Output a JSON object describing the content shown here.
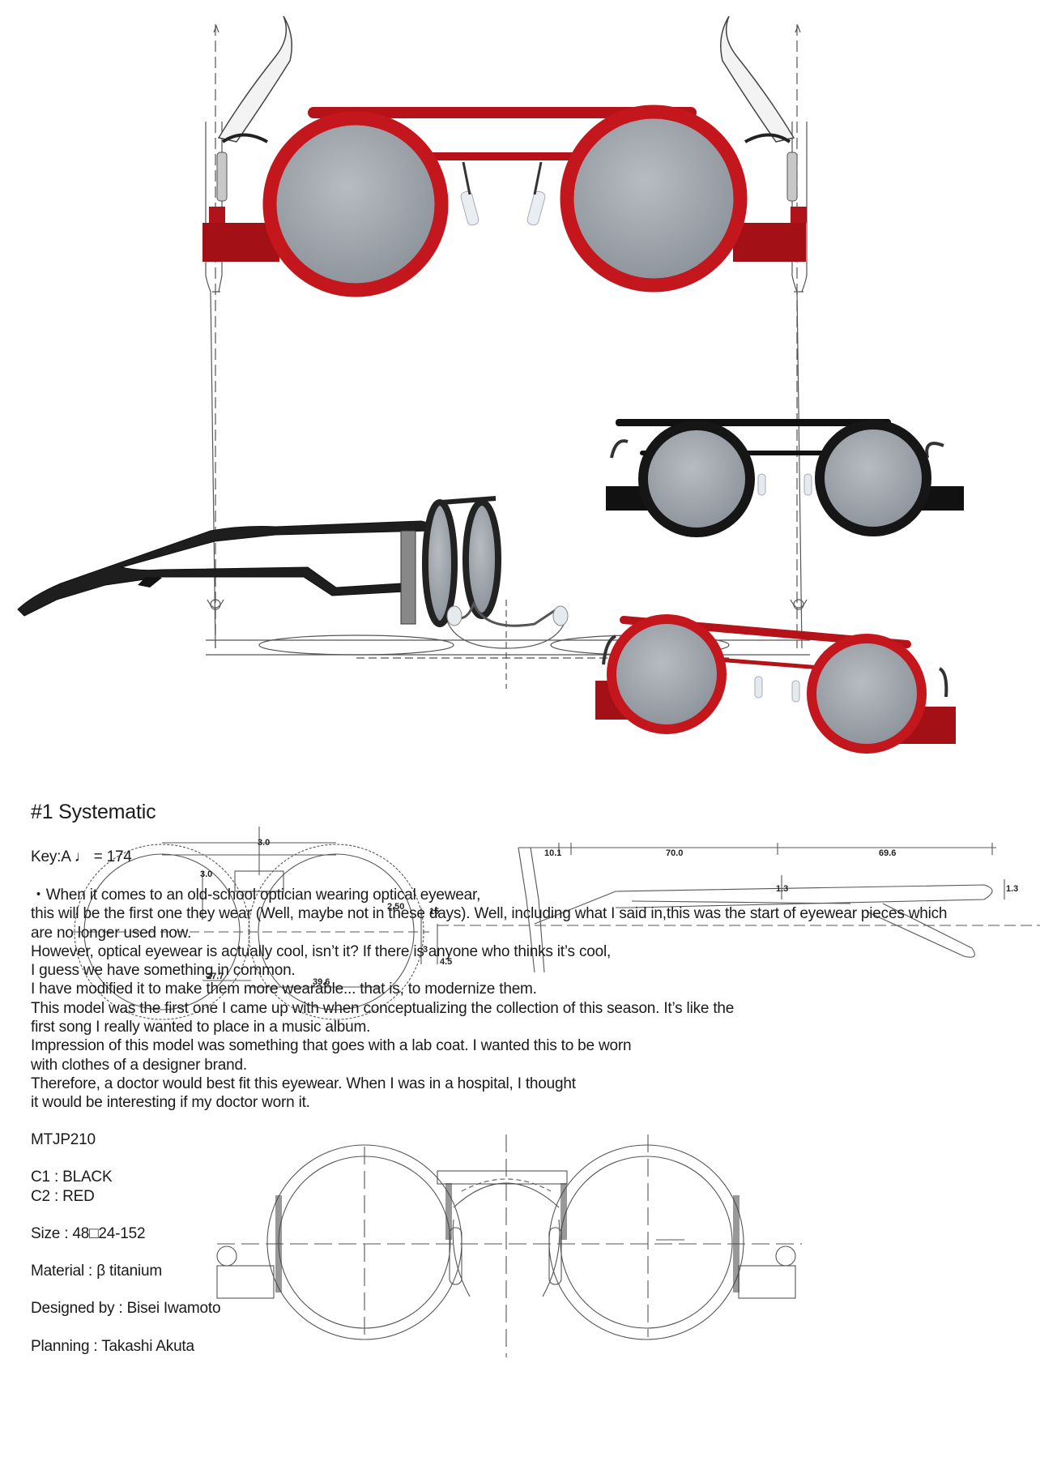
{
  "title": "#1 Systematic",
  "key": "Key:A ♩ = 174",
  "description": [
    "・When it comes to an old-school optician wearing optical eyewear,",
    "this will be the first one they wear (Well, maybe not in these days). Well, including what I said in,this was the start of eyewear pieces which",
    "are no longer used now.",
    "However, optical eyewear is actually cool, isn’t it? If there is anyone who thinks it’s cool,",
    "I guess we have something in common.",
    "I have modified it to make them more wearable... that is, to modernize them.",
    "This model was the first one I came up with when conceptualizing the collection of this season. It’s like the",
    "first song I really wanted to place in a music album.",
    "Impression of this model was something that goes with a lab coat. I wanted this to be worn",
    "with clothes of a designer brand.",
    "Therefore, a doctor would best fit this eyewear. When I was in a hospital, I thought",
    "it would be interesting if my doctor worn it."
  ],
  "model": "MTJP210",
  "colors": [
    "C1 : BLACK",
    "C2 : RED"
  ],
  "size": "Size : 48□24-152",
  "material": "Material : β titanium",
  "designer": "Designed by : Bisei Iwamoto",
  "planning": "Planning : Takashi Akuta",
  "dimensions": {
    "top_height": "3.0",
    "lens_height": "3.0",
    "bridge_gap": "2.50",
    "bridge_width": "15",
    "small_a": "3",
    "small_b": "4.5",
    "lens_a": "27.7",
    "lens_b": "39.6",
    "temple_tip": "10.1",
    "temple_mid": "70.0",
    "temple_end": "69.6",
    "temple_thick_a": "1.3",
    "temple_thick_b": "1.3"
  },
  "palette": {
    "frame_red": "#c0141a",
    "frame_black": "#151515",
    "lens_grey": "#9aa0a6",
    "line": "#444444"
  }
}
